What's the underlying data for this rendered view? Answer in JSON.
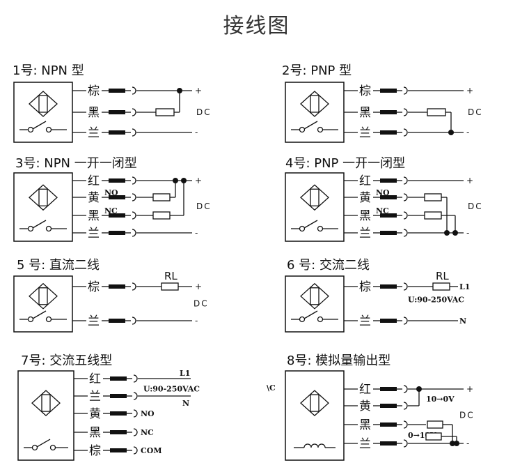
{
  "title": "接线图",
  "panels": [
    {
      "title": "1号: NPN 型",
      "wires": [
        "棕",
        "黑",
        "兰"
      ],
      "labels": {
        "plus": "+",
        "dc": "DC",
        "minus": "-"
      }
    },
    {
      "title": "2号: PNP 型",
      "wires": [
        "棕",
        "黑",
        "兰"
      ],
      "labels": {
        "plus": "+",
        "dc": "DC",
        "minus": "-"
      }
    },
    {
      "title": "3号: NPN 一开一闭型",
      "wires": [
        "红",
        "黄",
        "黑",
        "兰"
      ],
      "contacts": [
        "NO",
        "NC"
      ],
      "labels": {
        "plus": "+",
        "dc": "DC",
        "minus": "-"
      }
    },
    {
      "title": "4号: PNP 一开一闭型",
      "wires": [
        "红",
        "黄",
        "黑",
        "兰"
      ],
      "contacts": [
        "NO",
        "NC"
      ],
      "labels": {
        "plus": "+",
        "dc": "DC",
        "minus": "-"
      }
    },
    {
      "title": "5 号: 直流二线",
      "wires": [
        "棕",
        "兰"
      ],
      "labels": {
        "rl": "RL",
        "plus": "+",
        "dc": "DC",
        "minus": "-"
      }
    },
    {
      "title": "6 号: 交流二线",
      "wires": [
        "棕",
        "兰"
      ],
      "labels": {
        "rl": "RL",
        "l1": "L1",
        "voltage": "U:90-250VAC",
        "n": "N"
      }
    },
    {
      "title": "7号: 交流五线型",
      "wires": [
        "红",
        "兰",
        "黄",
        "黑",
        "棕"
      ],
      "labels": {
        "l1": "L1",
        "voltage": "U:90-250VAC",
        "n": "N",
        "no": "NO",
        "nc": "NC",
        "com": "COM"
      }
    },
    {
      "title": "8号: 模拟量输出型",
      "wires": [
        "红",
        "黄",
        "黑",
        "兰"
      ],
      "labels": {
        "ac_fragment": "\\C",
        "range_a": "10→0V",
        "range_b": "0→10V",
        "plus": "+",
        "dc": "DC",
        "minus": "-"
      }
    }
  ]
}
